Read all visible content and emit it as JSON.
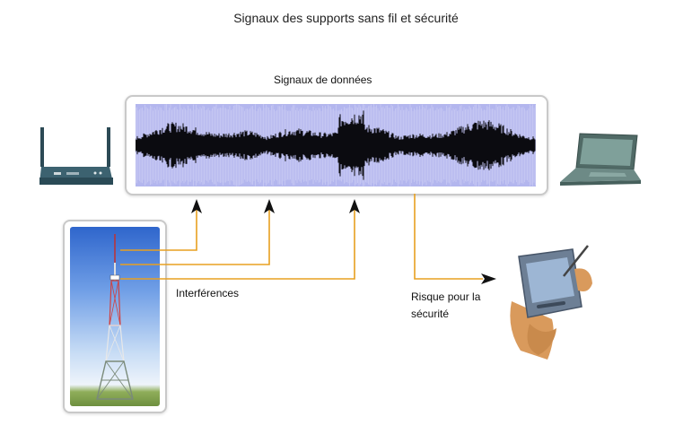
{
  "title": "Signaux des supports sans fil et sécurité",
  "signal_label": "Signaux de données",
  "interference_label": "Interférences",
  "risk_label": "Risque pour la sécurité",
  "colors": {
    "wave_bg": "#b3b6ee",
    "orange_line": "#e8a020",
    "arrow": "#111111"
  },
  "icons": [
    "router-icon",
    "laptop-icon",
    "radio-tower-icon",
    "pda-hand-icon"
  ]
}
